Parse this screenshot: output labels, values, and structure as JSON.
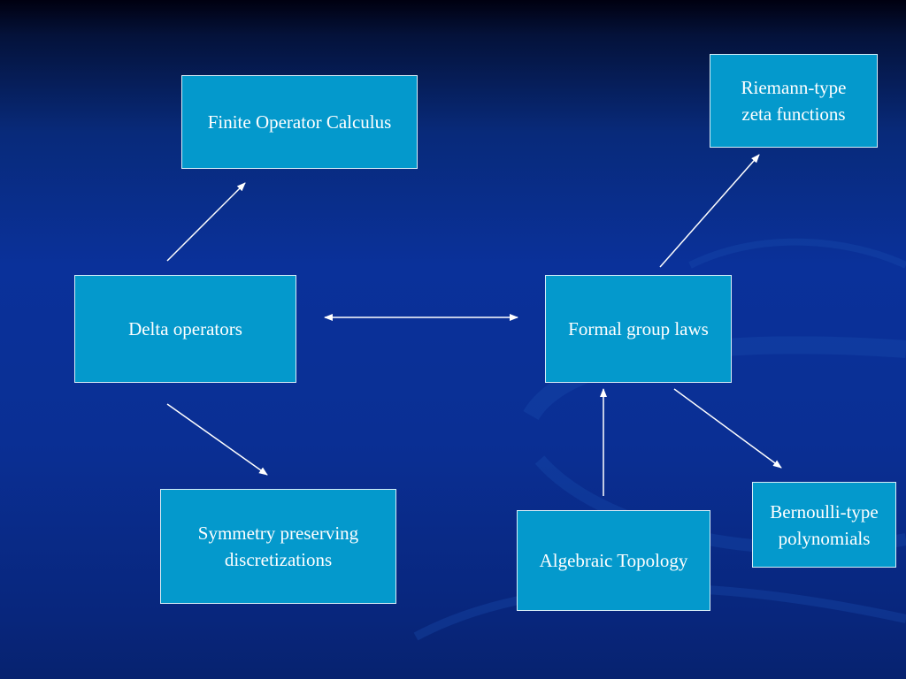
{
  "diagram": {
    "nodes": [
      {
        "id": "finite-operator-calculus",
        "label": "Finite Operator Calculus"
      },
      {
        "id": "riemann-zeta",
        "label": "Riemann-type\nzeta functions"
      },
      {
        "id": "delta-operators",
        "label": "Delta operators"
      },
      {
        "id": "formal-group-laws",
        "label": "Formal group laws"
      },
      {
        "id": "symmetry-discretizations",
        "label": "Symmetry preserving\ndiscretizations"
      },
      {
        "id": "algebraic-topology",
        "label": "Algebraic Topology"
      },
      {
        "id": "bernoulli-polynomials",
        "label": "Bernoulli-type\npolynomials"
      }
    ],
    "edges": [
      {
        "from": "delta-operators",
        "to": "finite-operator-calculus",
        "bidirectional": false
      },
      {
        "from": "delta-operators",
        "to": "symmetry-discretizations",
        "bidirectional": false
      },
      {
        "from": "delta-operators",
        "to": "formal-group-laws",
        "bidirectional": true
      },
      {
        "from": "formal-group-laws",
        "to": "riemann-zeta",
        "bidirectional": false
      },
      {
        "from": "formal-group-laws",
        "to": "bernoulli-polynomials",
        "bidirectional": false
      },
      {
        "from": "algebraic-topology",
        "to": "formal-group-laws",
        "bidirectional": false
      }
    ],
    "colors": {
      "background": "#0a319a",
      "box_fill": "#0499cc",
      "box_border": "#d8eef8",
      "text": "#ffffff",
      "arrow": "#ffffff"
    }
  }
}
